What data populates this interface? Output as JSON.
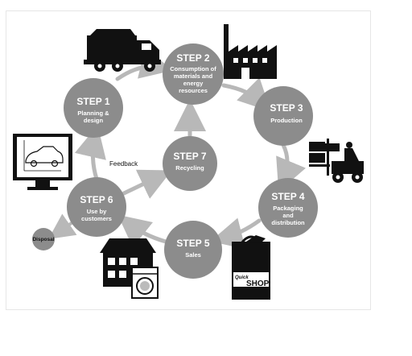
{
  "steps": [
    {
      "title": "STEP 1",
      "lines": [
        "Planning &",
        "design"
      ]
    },
    {
      "title": "STEP 2",
      "lines": [
        "Consumption of",
        "materials and",
        "energy",
        "resources"
      ]
    },
    {
      "title": "STEP 3",
      "lines": [
        "Production"
      ]
    },
    {
      "title": "STEP 4",
      "lines": [
        "Packaging",
        "and",
        "distribution"
      ]
    },
    {
      "title": "STEP 5",
      "lines": [
        "Sales"
      ]
    },
    {
      "title": "STEP 6",
      "lines": [
        "Use by",
        "customers"
      ]
    },
    {
      "title": "STEP 7",
      "lines": [
        "Recycling"
      ]
    }
  ],
  "labels": {
    "feedback": "Feedback",
    "disposal": "Disposal",
    "shop_quick": "Quick",
    "shop_name": "SHOP"
  },
  "icons": [
    "truck-icon",
    "factory-icon",
    "forklift-icon",
    "shopping-bag-icon",
    "house-icon",
    "washing-machine-icon",
    "computer-car-design-icon"
  ],
  "colors": {
    "step_circle": "#8c8c8c",
    "arrow": "#b8b8b8",
    "step_text": "#ffffff",
    "icon": "#111111"
  }
}
